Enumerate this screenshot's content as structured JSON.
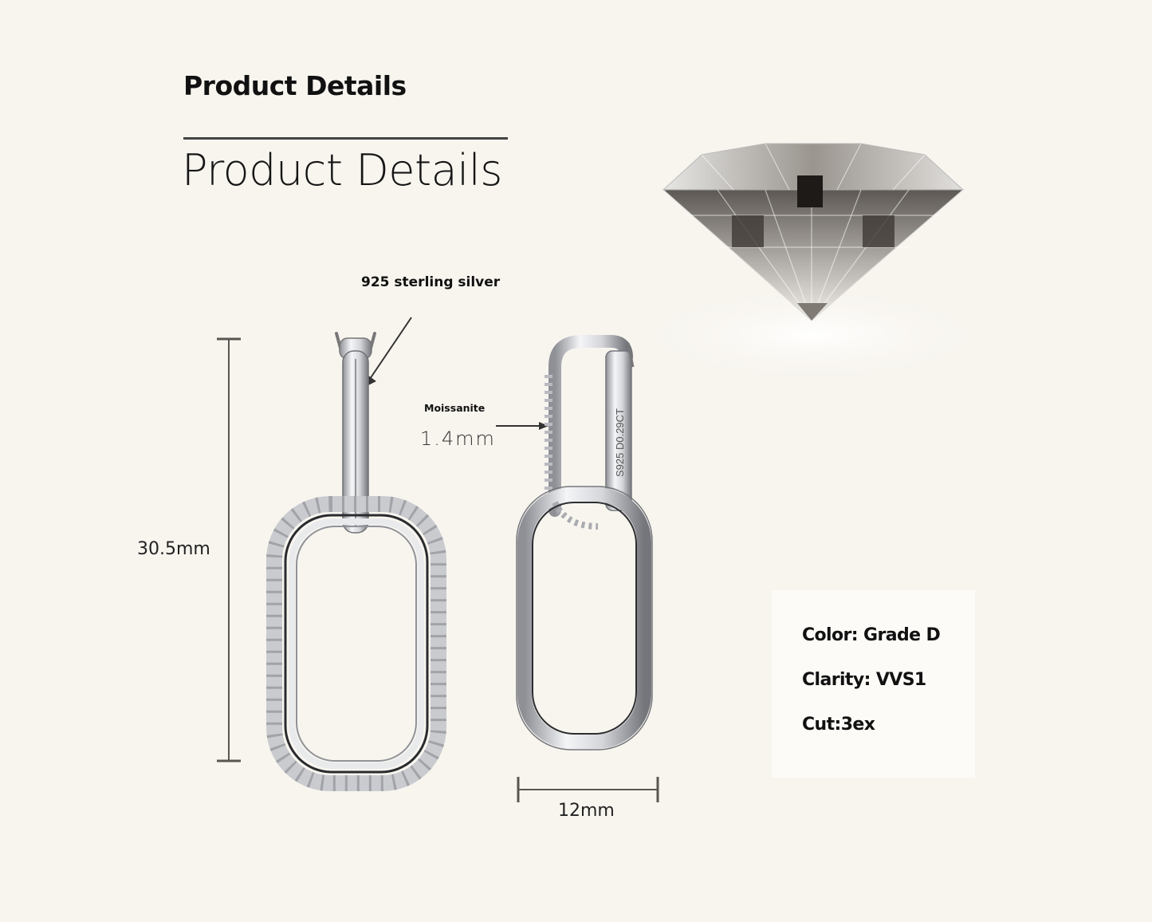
{
  "header": {
    "title_bold": "Product Details",
    "title_light": "Product Details"
  },
  "callouts": {
    "material": "925 sterling silver",
    "stone_label": "Moissanite",
    "stone_size": "1.4mm"
  },
  "dimensions": {
    "height": "30.5mm",
    "width": "12mm"
  },
  "engraving": "S925 D0.29CT",
  "specs": [
    {
      "label": "Color: Grade D"
    },
    {
      "label": "Clarity: VVS1"
    },
    {
      "label": "Cut:3ex"
    }
  ],
  "images": {
    "gemstone": "moissanite-diamond-image",
    "earring_front": "earring-front-view",
    "earring_side": "earring-side-view"
  },
  "colors": {
    "background": "#f8f5ef",
    "text": "#111111",
    "rule": "#444444",
    "dimension_line": "#5a5550",
    "silver": "#d9dadd",
    "card": "#fcfbf8"
  }
}
